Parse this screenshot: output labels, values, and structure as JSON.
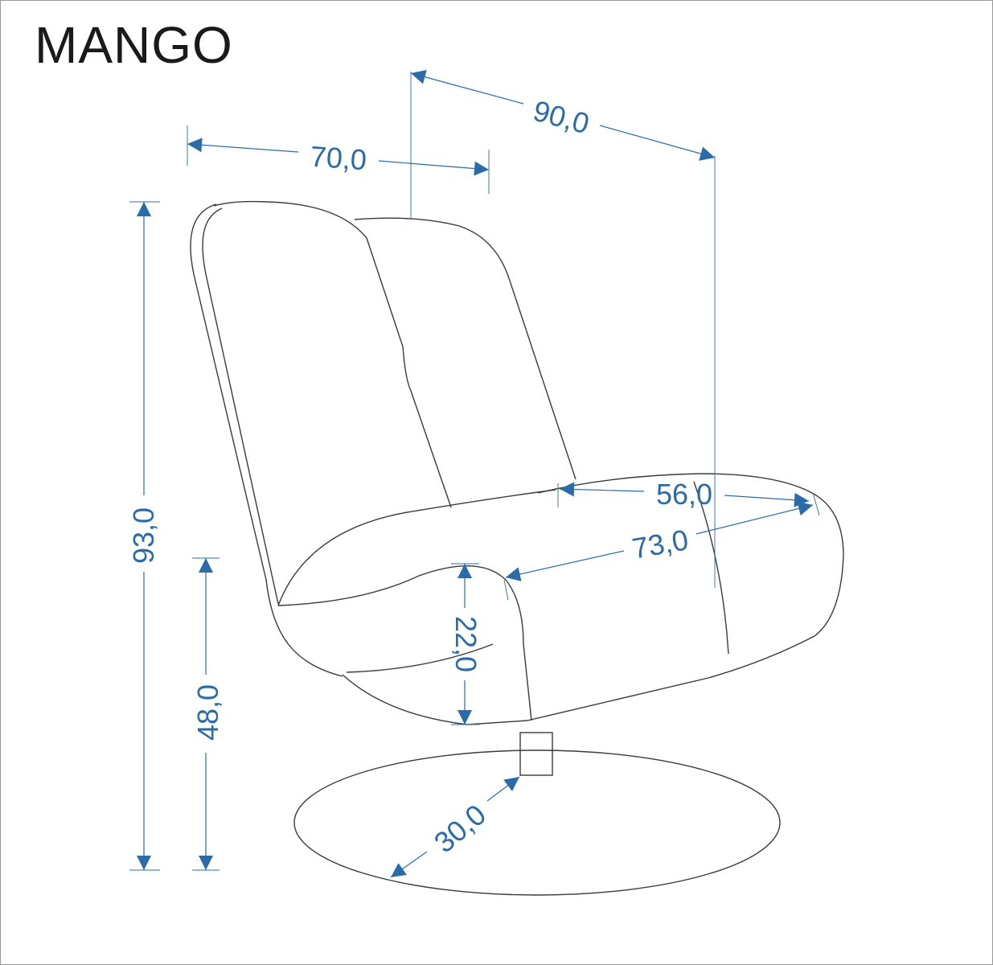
{
  "title": "MANGO",
  "colors": {
    "dimension": "#2b6ca8",
    "outline": "#3a3a3a"
  },
  "dimensions": {
    "width": "70,0",
    "depth": "90,0",
    "height": "93,0",
    "seat_height": "48,0",
    "armrest_height": "22,0",
    "seat_depth": "56,0",
    "seat_diagonal": "73,0",
    "base_radius": "30,0"
  }
}
